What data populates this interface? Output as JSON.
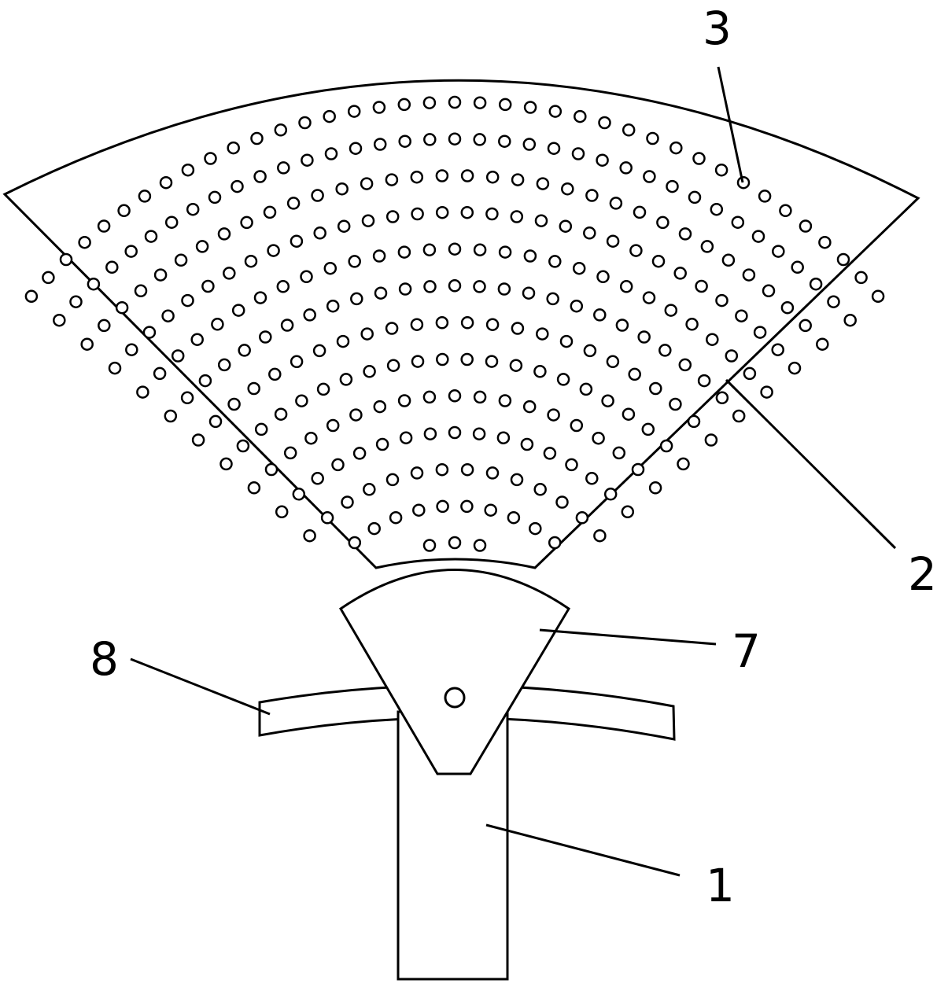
{
  "figure": {
    "labels": {
      "handle": "1",
      "fan_blade": "2",
      "holes": "3",
      "hub": "7",
      "crossbar": "8"
    },
    "colors": {
      "stroke": "#000000",
      "background": "#ffffff"
    }
  }
}
